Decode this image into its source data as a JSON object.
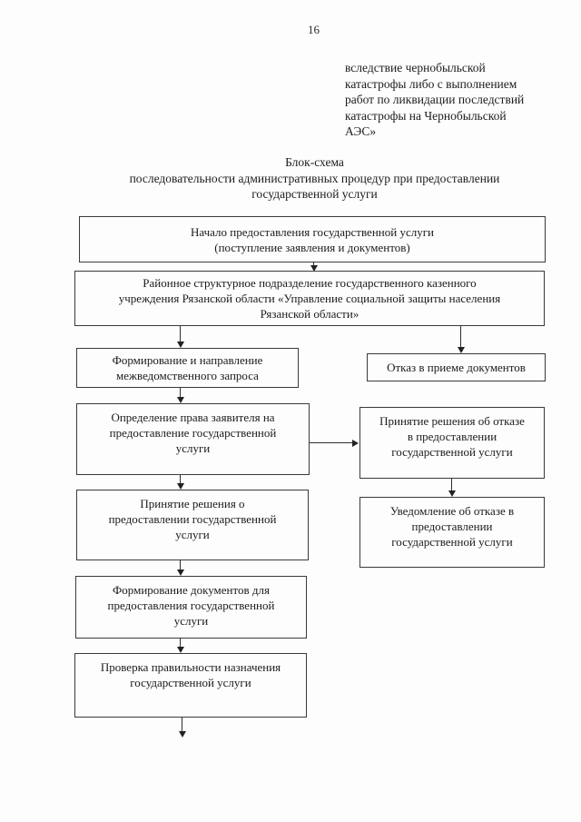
{
  "page": {
    "number": "16"
  },
  "excerpt": {
    "text": "вследствие чернобыльской\nкатастрофы либо с выполнением\nработ по ликвидации последствий\nкатастрофы на Чернобыльской\nАЭС»"
  },
  "title": {
    "text": "Блок-схема\nпоследовательности административных процедур при предоставлении\nгосударственной услуги"
  },
  "flowchart": {
    "nodes": {
      "start": {
        "text": "Начало предоставления государственной услуги\n(поступление заявления и документов)"
      },
      "department": {
        "text": "Районное структурное подразделение государственного казенного\nучреждения Рязанской области «Управление социальной защиты населения\nРязанской области»"
      },
      "interagency_request": {
        "text": "Формирование и направление\nмежведомственного запроса"
      },
      "refusal_of_documents": {
        "text": "Отказ в приеме документов"
      },
      "eligibility": {
        "text": "Определение права заявителя на\nпредоставление государственной\nуслуги"
      },
      "refusal_decision": {
        "text": "Принятие решения об отказе\nв предоставлении\nгосударственной услуги"
      },
      "approval_decision": {
        "text": "Принятие решения о\nпредоставлении государственной\nуслуги"
      },
      "refusal_notice": {
        "text": "Уведомление об отказе в\nпредоставлении\nгосударственной услуги"
      },
      "documents_formation": {
        "text": "Формирование документов для\nпредоставления государственной\nуслуги"
      },
      "verification": {
        "text": "Проверка правильности назначения\nгосударственной услуги"
      }
    },
    "edges": [
      {
        "from": "start",
        "to": "department"
      },
      {
        "from": "department",
        "to": "interagency_request"
      },
      {
        "from": "department",
        "to": "refusal_of_documents"
      },
      {
        "from": "interagency_request",
        "to": "eligibility"
      },
      {
        "from": "eligibility",
        "to": "refusal_decision"
      },
      {
        "from": "refusal_decision",
        "to": "refusal_notice"
      },
      {
        "from": "eligibility",
        "to": "approval_decision"
      },
      {
        "from": "approval_decision",
        "to": "documents_formation"
      },
      {
        "from": "documents_formation",
        "to": "verification"
      },
      {
        "from": "verification",
        "to": "continuation"
      }
    ],
    "ink_color": "#2e2e2e",
    "paper_color": "#fdfdfd"
  }
}
